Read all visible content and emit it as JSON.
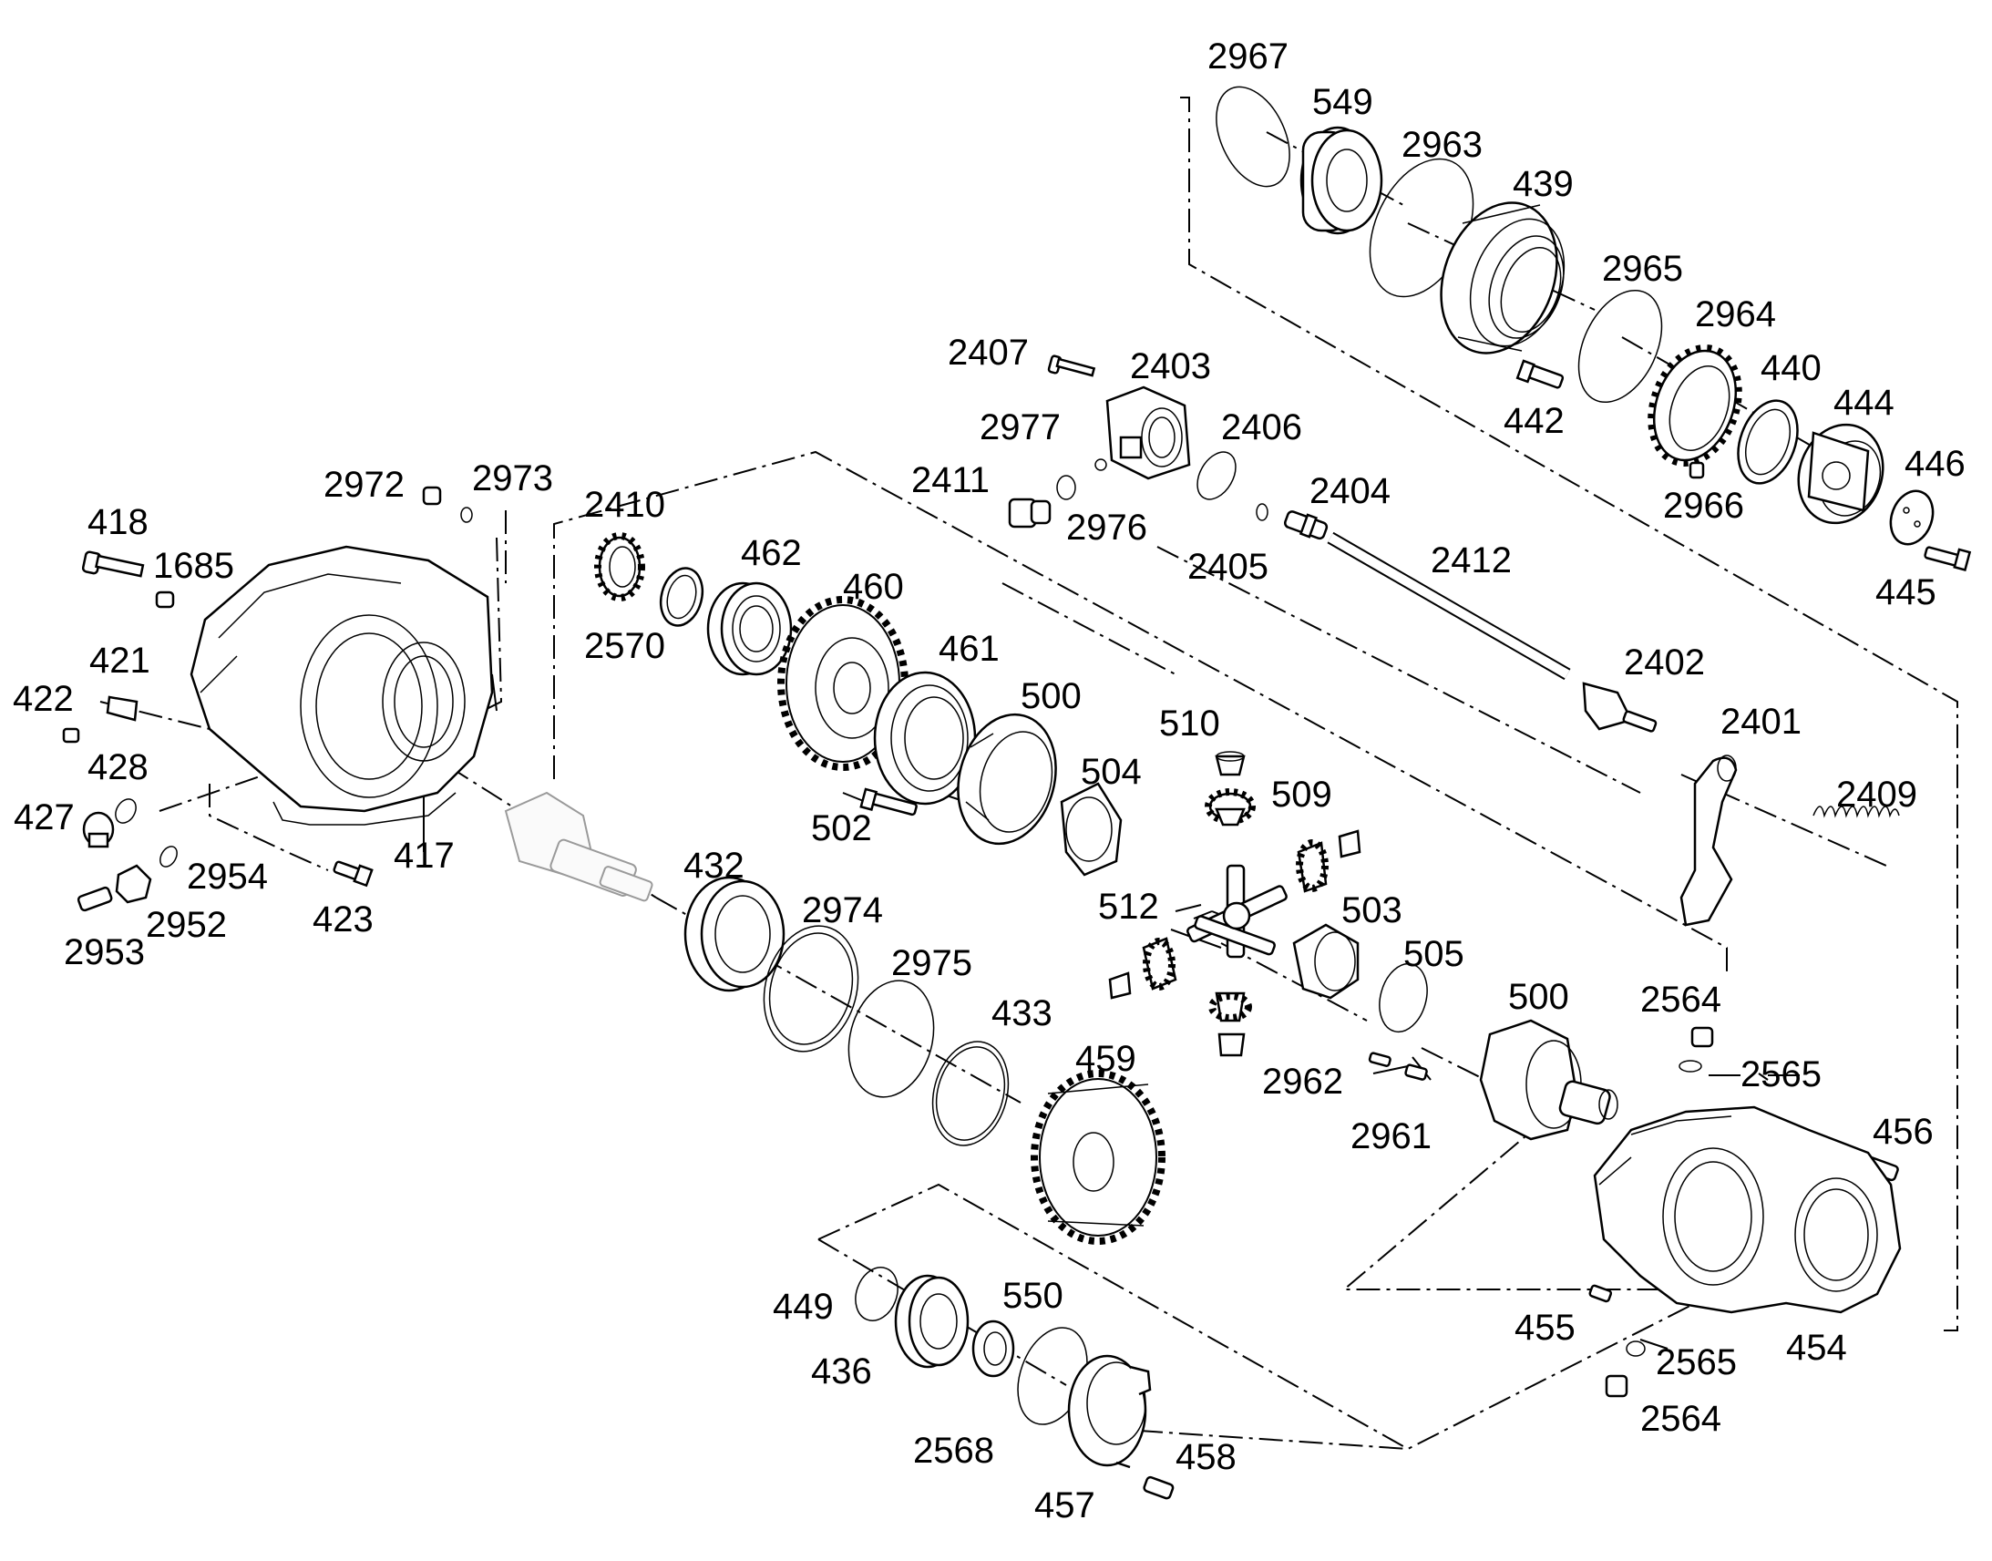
{
  "diagram": {
    "line_color": "#000000",
    "background": "#ffffff",
    "labels": [
      {
        "id": "2967",
        "text": "2967"
      },
      {
        "id": "549",
        "text": "549"
      },
      {
        "id": "2963",
        "text": "2963"
      },
      {
        "id": "439",
        "text": "439"
      },
      {
        "id": "2965",
        "text": "2965"
      },
      {
        "id": "2964",
        "text": "2964"
      },
      {
        "id": "442",
        "text": "442"
      },
      {
        "id": "440",
        "text": "440"
      },
      {
        "id": "444",
        "text": "444"
      },
      {
        "id": "2966",
        "text": "2966"
      },
      {
        "id": "446",
        "text": "446"
      },
      {
        "id": "445",
        "text": "445"
      },
      {
        "id": "2407",
        "text": "2407"
      },
      {
        "id": "2403",
        "text": "2403"
      },
      {
        "id": "2977",
        "text": "2977"
      },
      {
        "id": "2406",
        "text": "2406"
      },
      {
        "id": "2411",
        "text": "2411"
      },
      {
        "id": "2976",
        "text": "2976"
      },
      {
        "id": "2404",
        "text": "2404"
      },
      {
        "id": "2405",
        "text": "2405"
      },
      {
        "id": "2412",
        "text": "2412"
      },
      {
        "id": "2402",
        "text": "2402"
      },
      {
        "id": "2401",
        "text": "2401"
      },
      {
        "id": "2409",
        "text": "2409"
      },
      {
        "id": "2972",
        "text": "2972"
      },
      {
        "id": "2973",
        "text": "2973"
      },
      {
        "id": "418",
        "text": "418"
      },
      {
        "id": "1685",
        "text": "1685"
      },
      {
        "id": "421",
        "text": "421"
      },
      {
        "id": "422",
        "text": "422"
      },
      {
        "id": "428",
        "text": "428"
      },
      {
        "id": "427",
        "text": "427"
      },
      {
        "id": "2954",
        "text": "2954"
      },
      {
        "id": "2952",
        "text": "2952"
      },
      {
        "id": "2953",
        "text": "2953"
      },
      {
        "id": "417",
        "text": "417"
      },
      {
        "id": "423",
        "text": "423"
      },
      {
        "id": "2410",
        "text": "2410"
      },
      {
        "id": "2570",
        "text": "2570"
      },
      {
        "id": "462",
        "text": "462"
      },
      {
        "id": "460",
        "text": "460"
      },
      {
        "id": "461",
        "text": "461"
      },
      {
        "id": "500a",
        "text": "500"
      },
      {
        "id": "502",
        "text": "502"
      },
      {
        "id": "504",
        "text": "504"
      },
      {
        "id": "510",
        "text": "510"
      },
      {
        "id": "509",
        "text": "509"
      },
      {
        "id": "512",
        "text": "512"
      },
      {
        "id": "503",
        "text": "503"
      },
      {
        "id": "505",
        "text": "505"
      },
      {
        "id": "432",
        "text": "432"
      },
      {
        "id": "2974",
        "text": "2974"
      },
      {
        "id": "2975",
        "text": "2975"
      },
      {
        "id": "433",
        "text": "433"
      },
      {
        "id": "459",
        "text": "459"
      },
      {
        "id": "2962",
        "text": "2962"
      },
      {
        "id": "2961",
        "text": "2961"
      },
      {
        "id": "500b",
        "text": "500"
      },
      {
        "id": "2564a",
        "text": "2564"
      },
      {
        "id": "2565a",
        "text": "2565"
      },
      {
        "id": "456",
        "text": "456"
      },
      {
        "id": "455",
        "text": "455"
      },
      {
        "id": "2565b",
        "text": "2565"
      },
      {
        "id": "454",
        "text": "454"
      },
      {
        "id": "2564b",
        "text": "2564"
      },
      {
        "id": "449",
        "text": "449"
      },
      {
        "id": "436",
        "text": "436"
      },
      {
        "id": "550",
        "text": "550"
      },
      {
        "id": "2568",
        "text": "2568"
      },
      {
        "id": "457",
        "text": "457"
      },
      {
        "id": "458",
        "text": "458"
      }
    ]
  }
}
